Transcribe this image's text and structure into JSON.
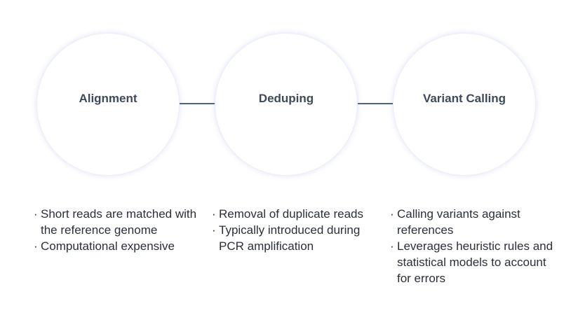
{
  "steps": [
    {
      "title": "Alignment",
      "bullets": [
        "Short reads are matched with the reference genome",
        "Computational expensive"
      ]
    },
    {
      "title": "Deduping",
      "bullets": [
        "Removal of duplicate reads",
        "Typically introduced during PCR amplification"
      ]
    },
    {
      "title": "Variant Calling",
      "bullets": [
        "Calling variants against references",
        "Leverages heuristic rules and statistical models to account for errors"
      ]
    }
  ],
  "bullet_glyph": "·",
  "colors": {
    "connector": "#4a6491",
    "title_text": "#3e4a5c",
    "body_text": "#2a2f3a",
    "circle_glow": "#e6e8f8"
  }
}
